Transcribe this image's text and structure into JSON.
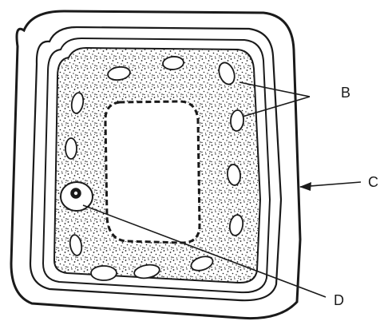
{
  "labels": {
    "b": "B",
    "c": "C",
    "d": "D"
  },
  "colors": {
    "ink": "#1a1a1a",
    "background": "#ffffff"
  }
}
